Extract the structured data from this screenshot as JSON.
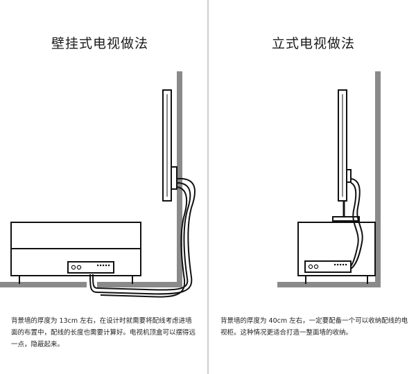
{
  "left_panel": {
    "title": "壁挂式电视做法",
    "description": "背景墙的厚度为 13cm 左右，在设计时就需要将配线考虑进墙面的布置中，配线的长度也需要计算好。电视机顶盒可以摆得远一点，隐蔽起来。"
  },
  "right_panel": {
    "title": "立式电视做法",
    "description": "背景墙的厚度为 40cm 左右，一定要配备一个可以收纳配线的电视柜。这种情况更适合打造一整面墙的收纳。"
  },
  "colors": {
    "line": "#111111",
    "wall": "#8a8a8a",
    "wall_light": "#b3b3b3"
  }
}
